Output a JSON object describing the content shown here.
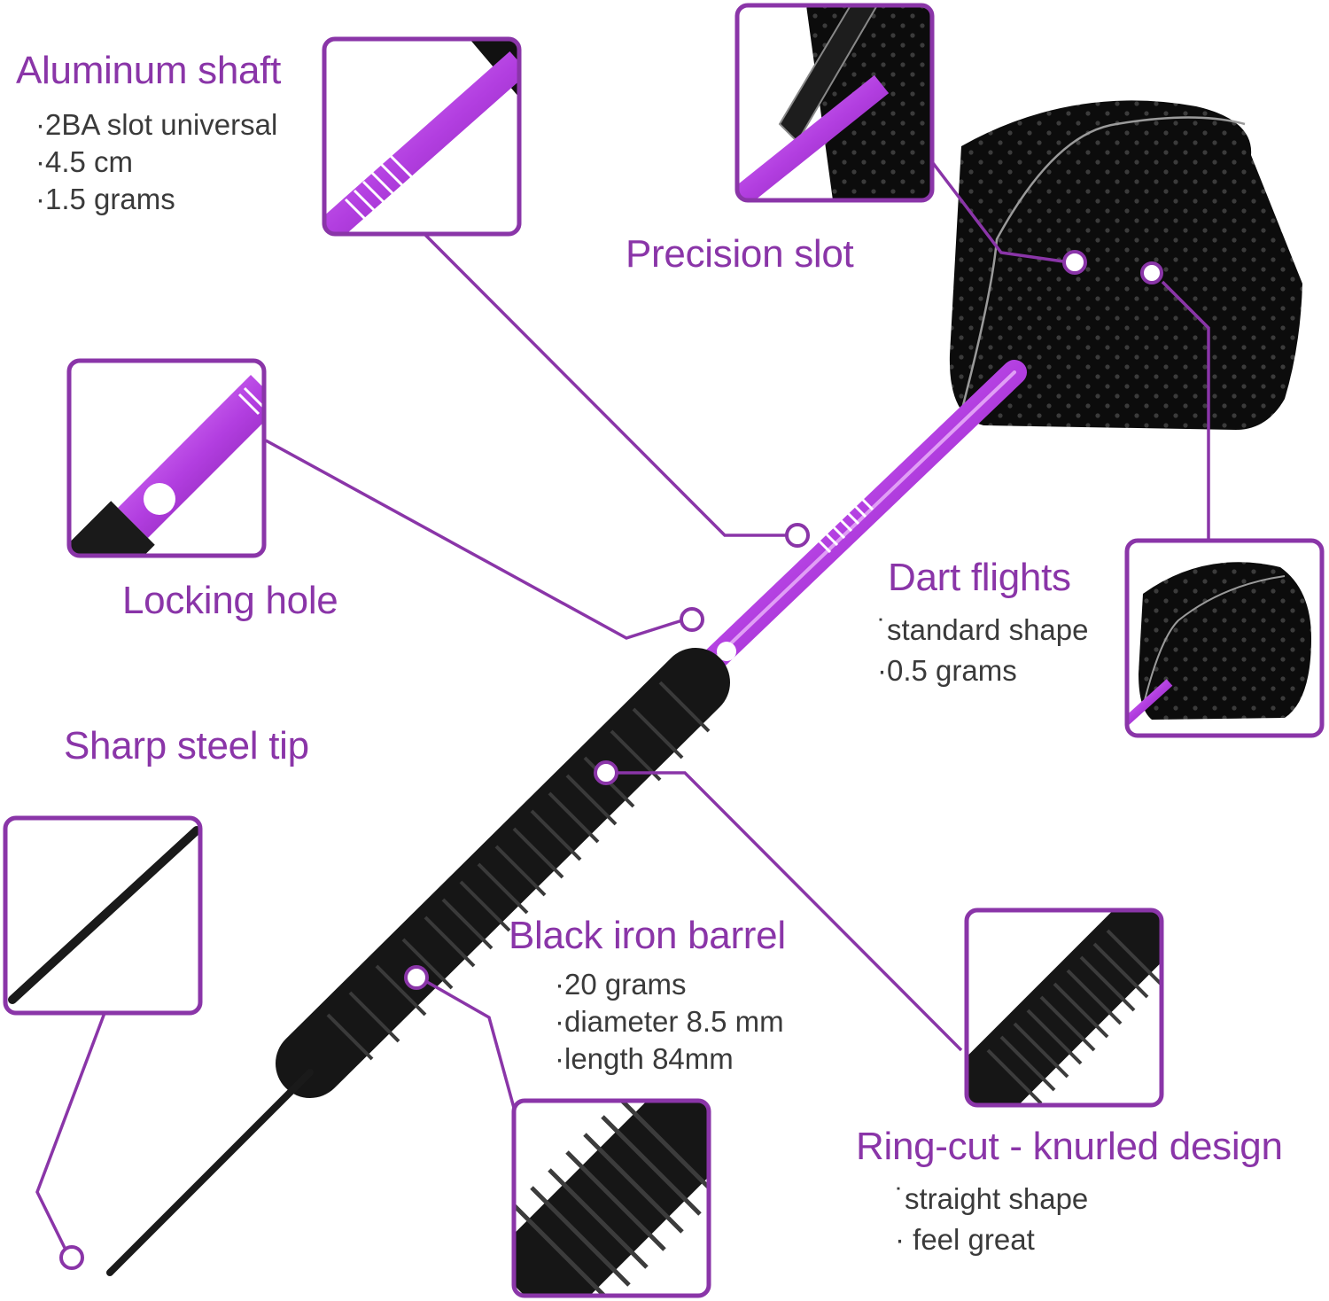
{
  "colors": {
    "accent": "#8a35a8",
    "text_body": "#3a3a3a",
    "dart_black": "#141414",
    "shaft_purple": "#b23ee0",
    "background": "#ffffff"
  },
  "callouts": {
    "aluminum_shaft": {
      "title": "Aluminum shaft",
      "specs": [
        "·2BA slot universal",
        "·4.5 cm",
        "·1.5 grams"
      ]
    },
    "precision_slot": {
      "title": "Precision slot"
    },
    "locking_hole": {
      "title": "Locking hole"
    },
    "dart_flights": {
      "title": "Dart flights",
      "specs": [
        "˙standard shape",
        "·0.5 grams"
      ]
    },
    "sharp_steel_tip": {
      "title": "Sharp steel tip"
    },
    "black_iron_barrel": {
      "title": "Black iron barrel",
      "specs": [
        "·20 grams",
        "·diameter 8.5 mm",
        "·length 84mm"
      ]
    },
    "ring_cut": {
      "title": "Ring-cut - knurled design",
      "specs": [
        "˙straight shape",
        "· feel great"
      ]
    }
  },
  "icons": {
    "detail_frames": [
      "shaft-closeup",
      "slot-closeup",
      "locking-hole-closeup",
      "flight-closeup",
      "tip-closeup",
      "barrel-closeup",
      "knurl-closeup"
    ]
  }
}
